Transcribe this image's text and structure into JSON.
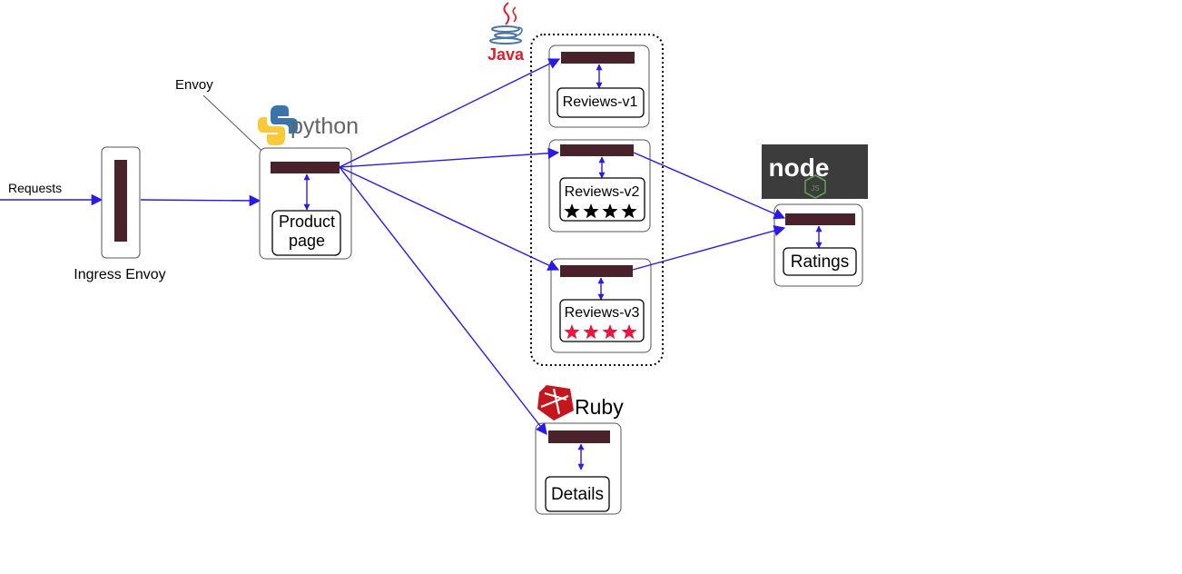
{
  "labels": {
    "requests": "Requests",
    "ingress_envoy": "Ingress Envoy",
    "envoy": "Envoy",
    "product_page_line1": "Product",
    "product_page_line2": "page",
    "reviews_v1": "Reviews-v1",
    "reviews_v2": "Reviews-v2",
    "reviews_v3": "Reviews-v3",
    "ratings": "Ratings",
    "details": "Details"
  },
  "logos": {
    "python": "python",
    "java": "Java",
    "ruby": "Ruby",
    "node": "node",
    "node_badge": "JS"
  },
  "ratings_stars": {
    "reviews_v2": {
      "count": 4,
      "color": "black"
    },
    "reviews_v3": {
      "count": 4,
      "color": "red"
    }
  },
  "colors": {
    "arrow": "#2a1ae8",
    "proxy": "#4a222c",
    "star_red": "#e8173f",
    "java_red": "#e11d2b",
    "java_blue": "#4b76a8",
    "ruby_red": "#c4161c",
    "node_bg": "#3c3c3c",
    "node_green": "#5fa04e"
  }
}
